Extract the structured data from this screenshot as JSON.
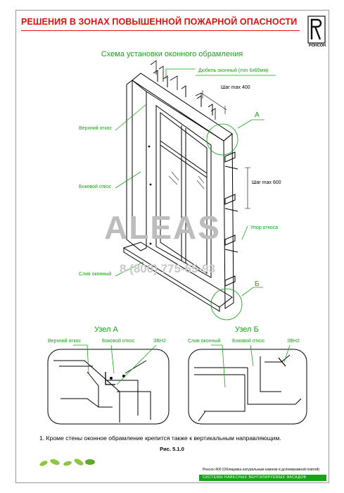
{
  "header": {
    "title": "РЕШЕНИЯ В ЗОНАХ ПОВЫШЕННОЙ ПОЖАРНОЙ ОПАСНОСТИ",
    "logo_text": "РОНСОН"
  },
  "scheme": {
    "title": "Схема установки оконного обрамления",
    "labels": {
      "dowel": "Дюбель оконный (min 6х60мм)",
      "step400": "Шаг max 400",
      "top_reveal": "Верхний откос",
      "side_reveal": "Боковой откос",
      "step600": "Шаг max 600",
      "reveal_stop": "Упор откоса",
      "window_sill": "Слив оконный",
      "node_a": "А",
      "node_b": "Б"
    }
  },
  "details": {
    "node_a": {
      "title": "Узел  А",
      "top_reveal": "Верхний откос",
      "side_reveal": "Боковой откос",
      "fastener": "ЗВН2"
    },
    "node_b": {
      "title": "Узел  Б",
      "window_sill": "Слив оконный",
      "side_reveal": "Боковой откос",
      "fastener": "ЗВН2"
    }
  },
  "watermark": {
    "brand": "ALEAS",
    "phone": "8 (800) 775-65-93"
  },
  "note": "1. Кроме стены оконное обрамление крепится также к вертикальным направляющим.",
  "figure": "Рис. 5.1.0",
  "footer": {
    "line1": "Ронсон 400 (Облицовка натуральным камнем и  дсломерамной плитой)",
    "line2": "СИСТЕМЫ НАВЕСНЫХ ВЕНТИЛИРУЕМЫХ ФАСАДОВ"
  },
  "colors": {
    "header_red": "#e01010",
    "label_green": "#19a319",
    "watermark_gray": "#bdbdbd"
  }
}
